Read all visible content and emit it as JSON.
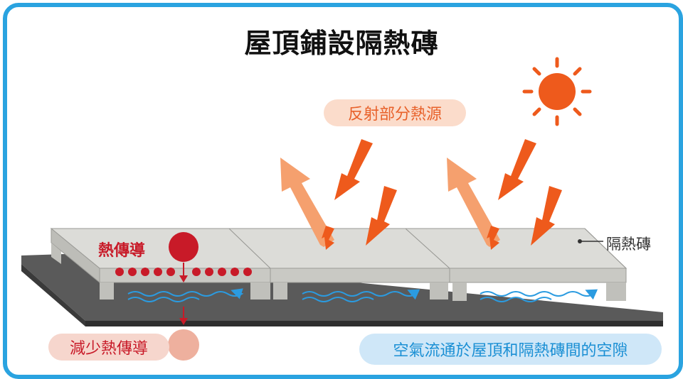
{
  "title": "屋頂鋪設隔熱磚",
  "labels": {
    "reflect": "反射部分熱源",
    "heat_conduction": "熱傳導",
    "reduce_heat": "減少熱傳導",
    "tile": "隔熱磚",
    "airflow": "空氣流通於屋頂和隔熱磚間的空隙"
  },
  "colors": {
    "frame": "#2aa3e0",
    "sun": "#ee5a1c",
    "incoming_arrow": "#ee5a1c",
    "reflected_arrow": "#f5a06e",
    "heat": "#c81a28",
    "airflow": "#2b9be0",
    "tile": "#d8d8d4",
    "roof": "#4a4a4a"
  },
  "icons": [
    "sun-icon",
    "incoming-heat-arrow",
    "reflected-heat-arrow",
    "airflow-arrow",
    "heat-source-dot"
  ]
}
